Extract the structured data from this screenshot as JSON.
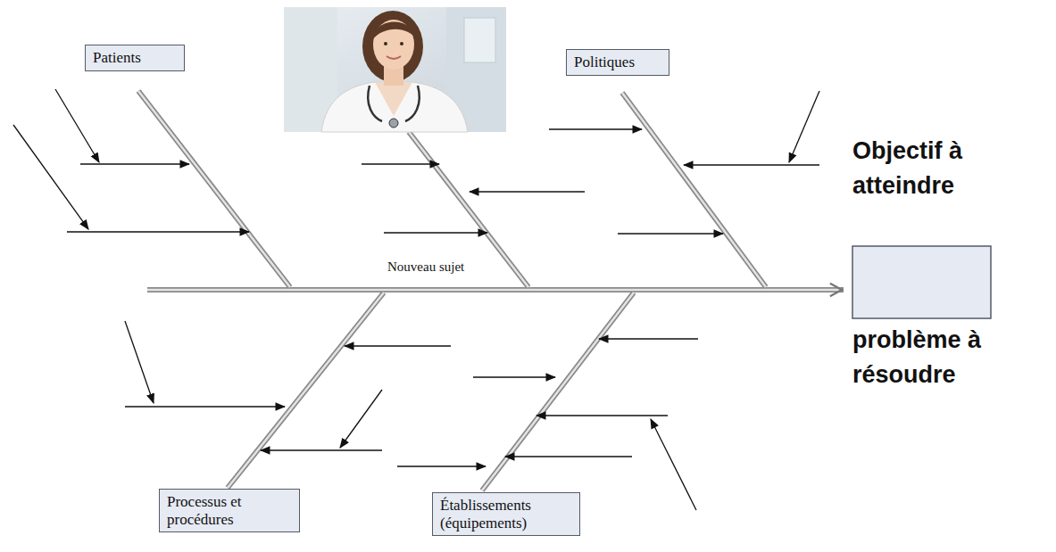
{
  "diagram": {
    "nodes": [
      {
        "text": [
          "Patients"
        ]
      },
      {
        "text": [
          "Politiques"
        ]
      },
      {
        "text": [
          "Processus et procédures"
        ]
      },
      {
        "text": [
          "Établissements (équipements)"
        ]
      }
    ],
    "labels": [
      "Nouveau sujet",
      "Objectif à atteindre",
      "problème à résoudre"
    ]
  }
}
